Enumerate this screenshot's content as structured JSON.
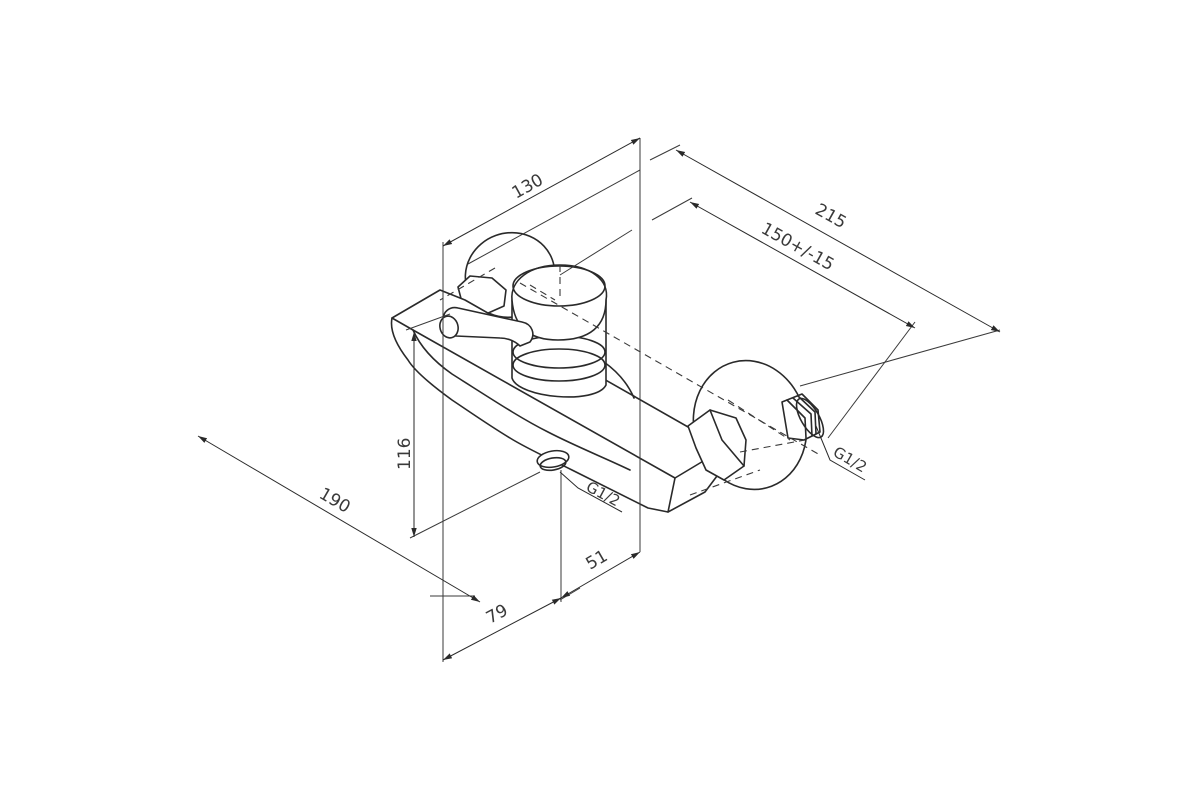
{
  "dimensions": {
    "width_130": "130",
    "length_215": "215",
    "spacing_150": "150+/-15",
    "height_116": "116",
    "depth_190": "190",
    "offset_79": "79",
    "offset_51": "51"
  },
  "threads": {
    "inlet": "G1/2",
    "outlet": "G1/2"
  },
  "colors": {
    "line": "#2a2a2a",
    "text": "#3a3a3a",
    "background": "#ffffff"
  }
}
